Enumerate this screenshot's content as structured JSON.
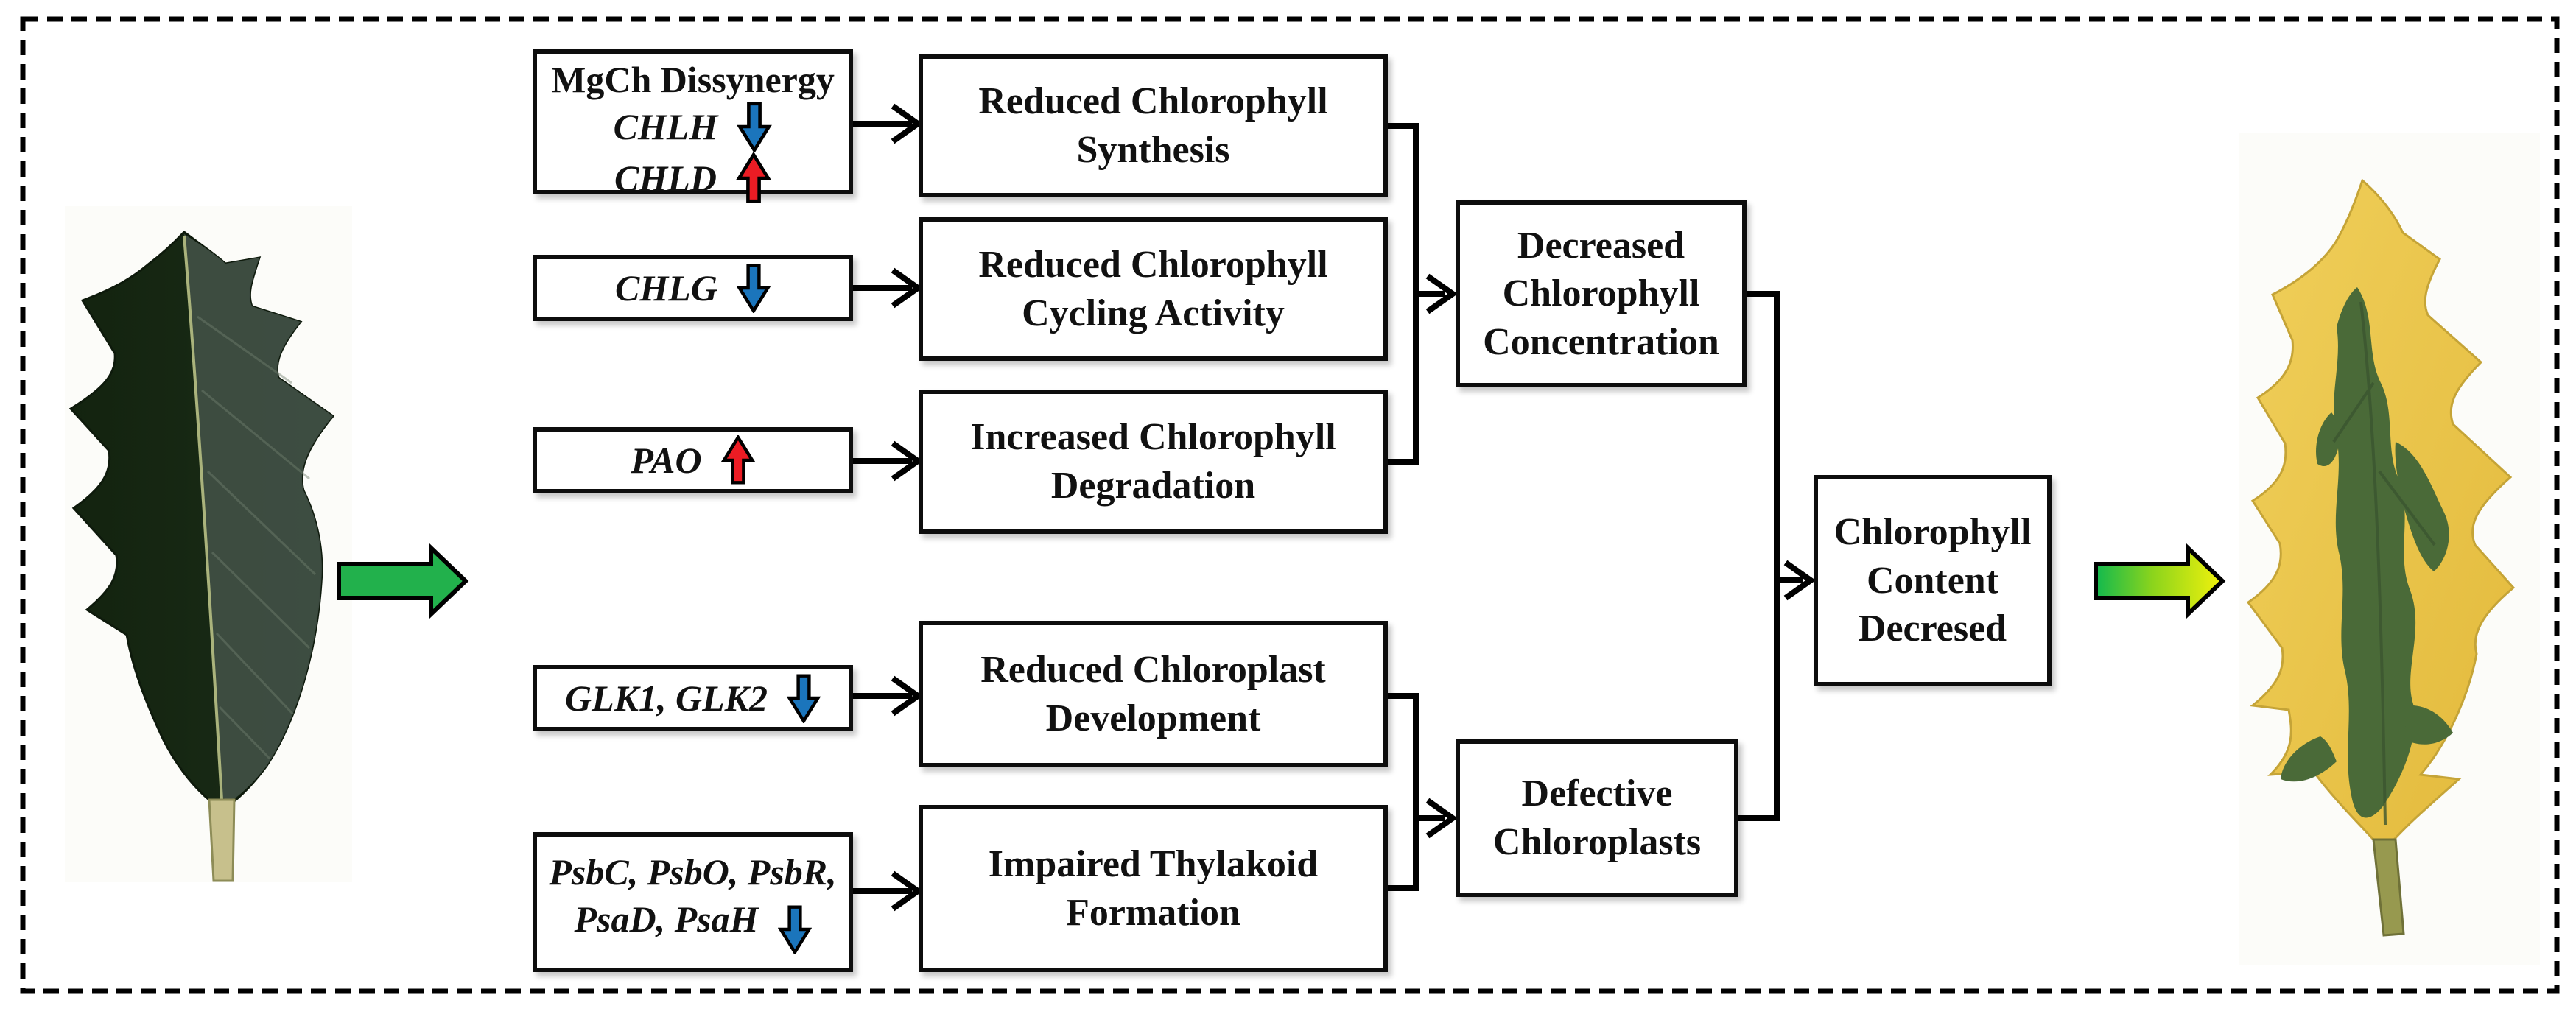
{
  "flow": {
    "gene_boxes": [
      {
        "header": "MgCh Dissynergy",
        "genes": [
          {
            "name": "CHLH",
            "regulation": "down"
          },
          {
            "name": "CHLD",
            "regulation": "up"
          }
        ]
      },
      {
        "genes": [
          {
            "name": "CHLG",
            "regulation": "down"
          }
        ]
      },
      {
        "genes": [
          {
            "name": "PAO",
            "regulation": "up"
          }
        ]
      },
      {
        "genes": [
          {
            "name": "GLK1, GLK2",
            "regulation": "down"
          }
        ]
      },
      {
        "genes": [
          {
            "name": "PsbC, PsbO, PsbR,",
            "line2": "PsaD, PsaH",
            "regulation": "down"
          }
        ]
      }
    ],
    "effects": [
      "Reduced Chlorophyll Synthesis",
      "Reduced Chlorophyll Cycling Activity",
      "Increased Chlorophyll Degradation",
      "Reduced Chloroplast Development",
      "Impaired Thylakoid Formation"
    ],
    "outcomes": {
      "decreased_concentration": "Decreased Chlorophyll Concentration",
      "defective_chloroplasts": "Defective Chloroplasts",
      "final": "Chlorophyll Content Decresed"
    }
  },
  "icons": {
    "left_leaf": "dark-green-holly-leaf-photo",
    "right_leaf": "yellow-variegated-holly-leaf-photo",
    "transition_arrow": "solid-green-right-arrow",
    "result_arrow": "green-to-yellow-gradient-right-arrow",
    "up_regulation": "red-up-block-arrow",
    "down_regulation": "blue-down-block-arrow"
  },
  "colors": {
    "down_arrow_blue": "#1B75BC",
    "up_arrow_red": "#EC1C24",
    "green_arrow": "#22B14C",
    "gradient_arrow_start": "#12B94E",
    "gradient_arrow_end": "#F2F20C",
    "line_black": "#000000"
  }
}
